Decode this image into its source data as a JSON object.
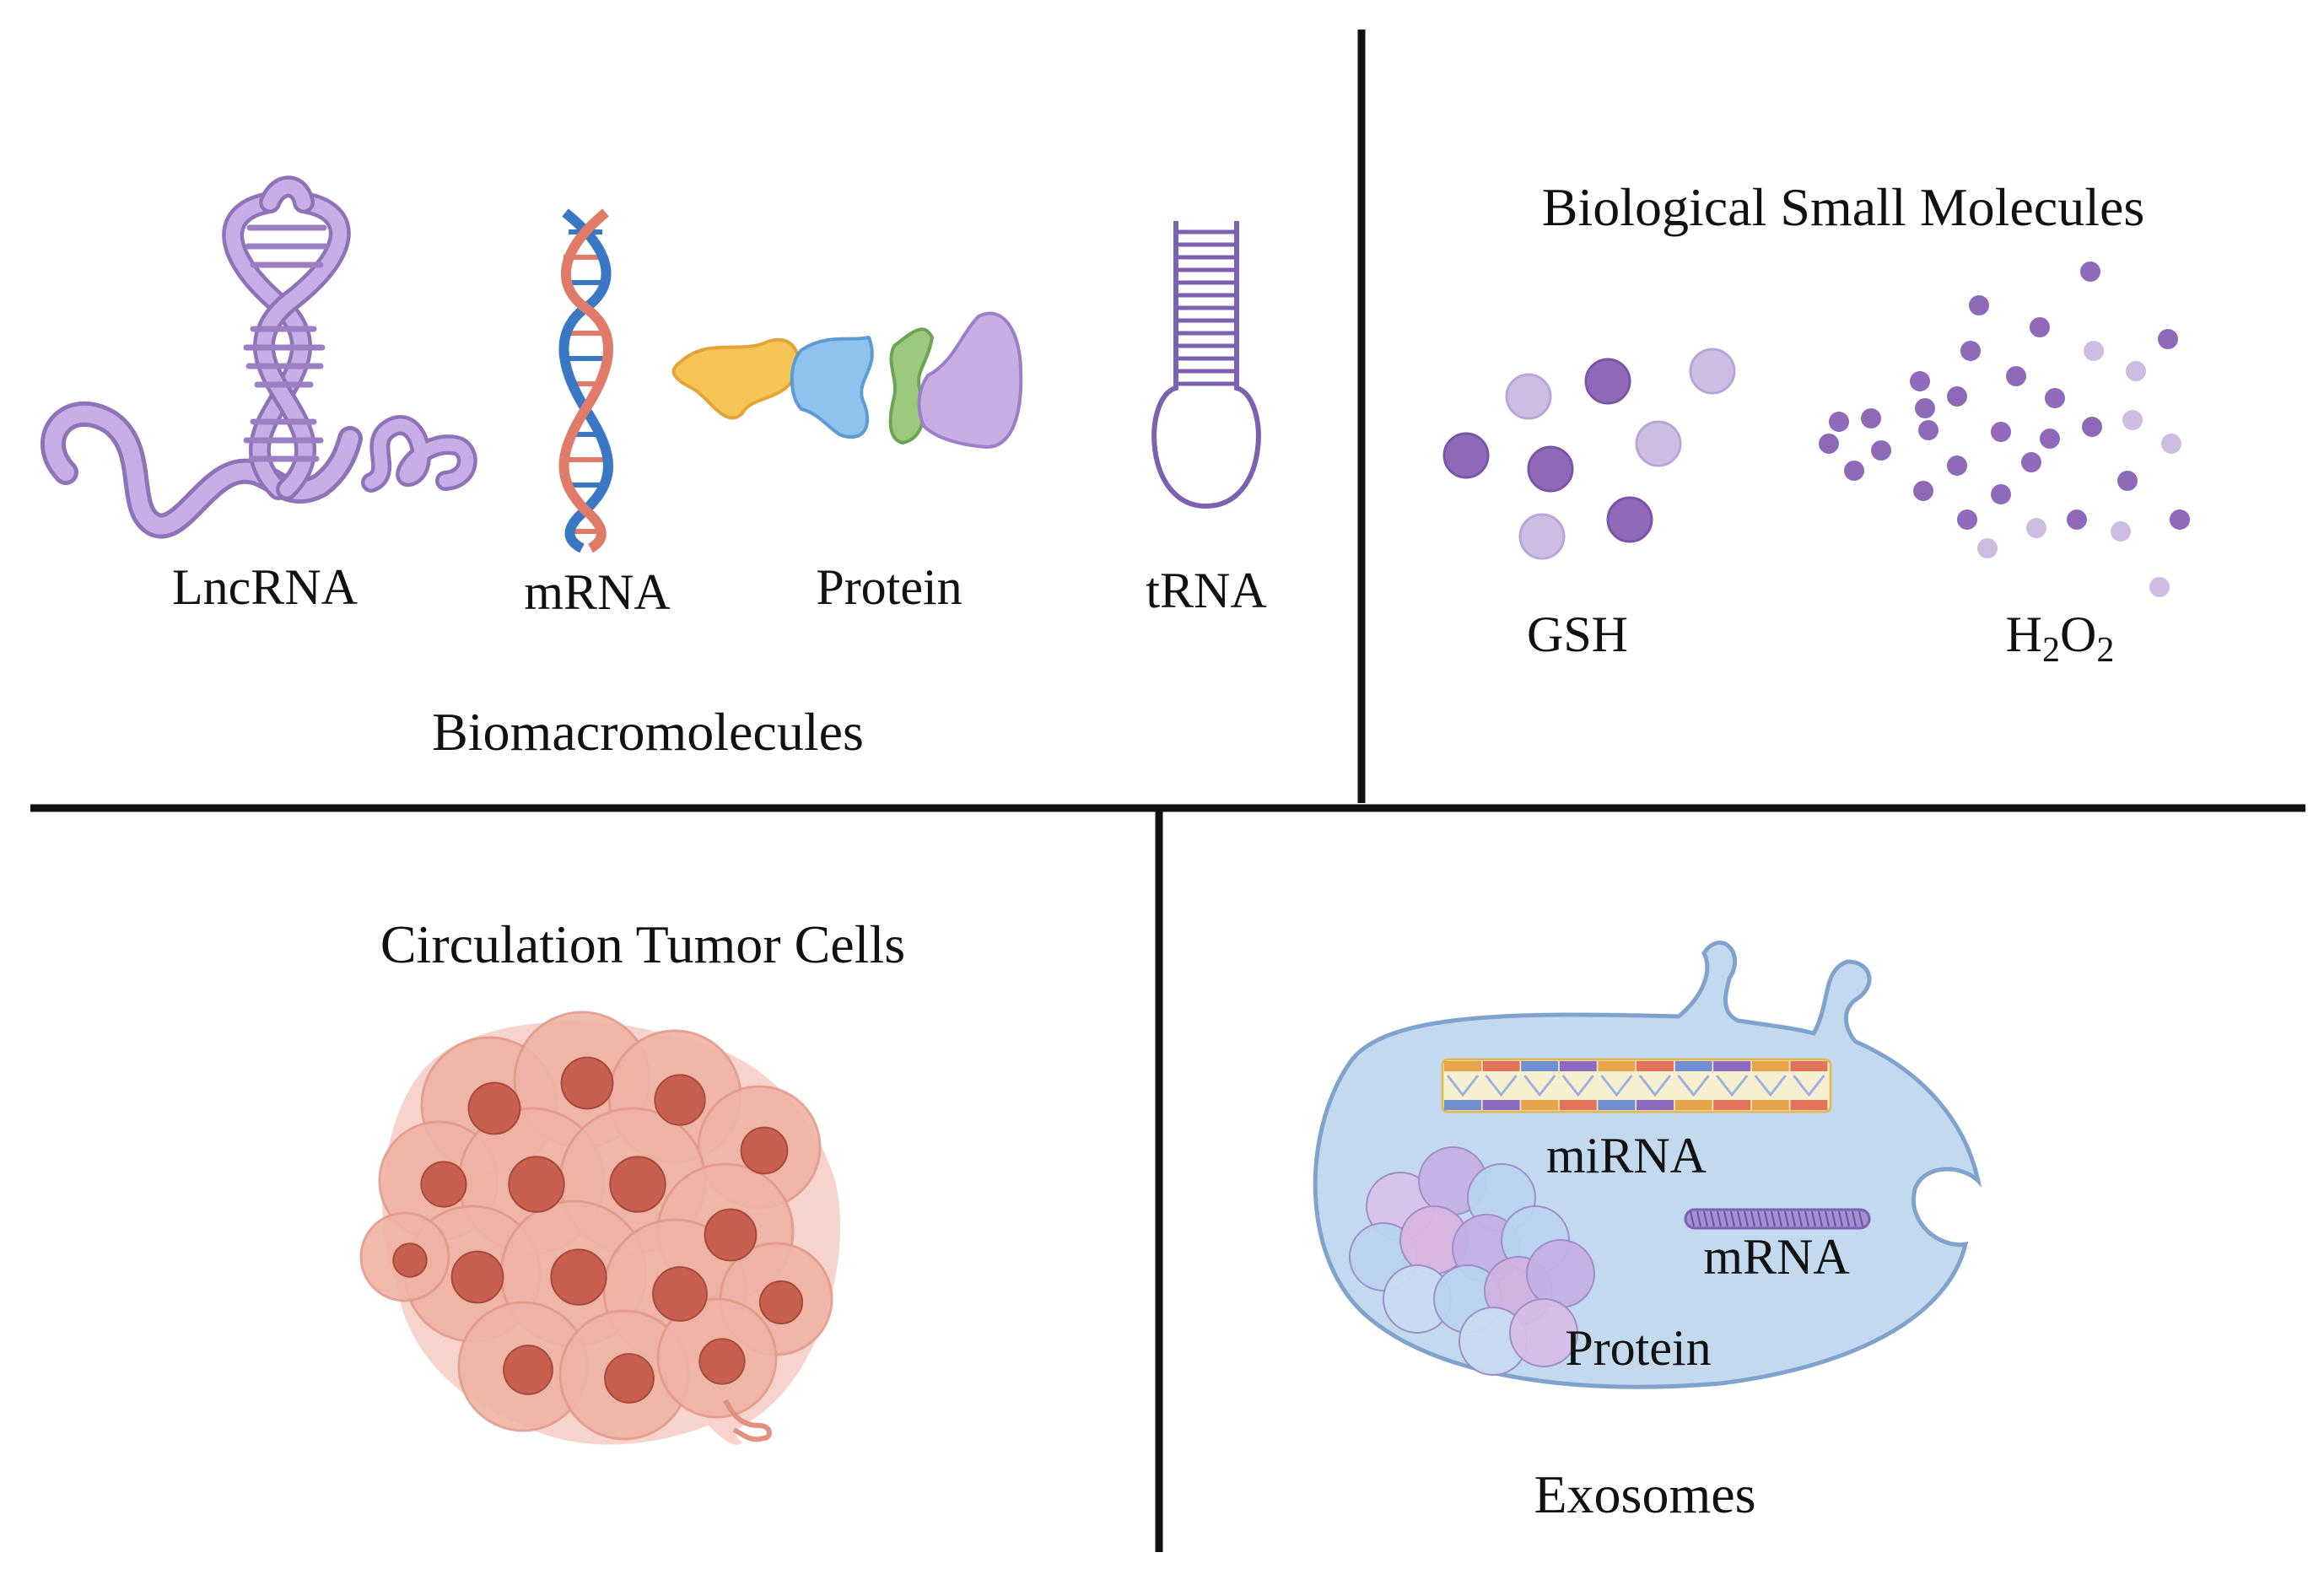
{
  "biomacromolecules": {
    "title": "Biomacromolecules",
    "items": [
      {
        "label": "LncRNA"
      },
      {
        "label": "mRNA"
      },
      {
        "label": "Protein"
      },
      {
        "label": "tRNA"
      }
    ]
  },
  "small_molecules": {
    "title": "Biological Small Molecules",
    "items": [
      {
        "label": "GSH"
      },
      {
        "label_main": "H",
        "sub1": "2",
        "mid": "O",
        "sub2": "2"
      }
    ]
  },
  "ctc": {
    "title": "Circulation Tumor Cells"
  },
  "exosomes": {
    "title": "Exosomes",
    "contents": [
      {
        "label": "miRNA"
      },
      {
        "label": "mRNA"
      },
      {
        "label": "Protein"
      }
    ]
  },
  "colors": {
    "lnc_purple": "#b79ad6",
    "dark_purple": "#8e6ab8",
    "light_purple": "#cdbde3",
    "exosome_fill": "#c7dcf1",
    "tumor_red": "#e08a7c",
    "divider": "#111111"
  }
}
